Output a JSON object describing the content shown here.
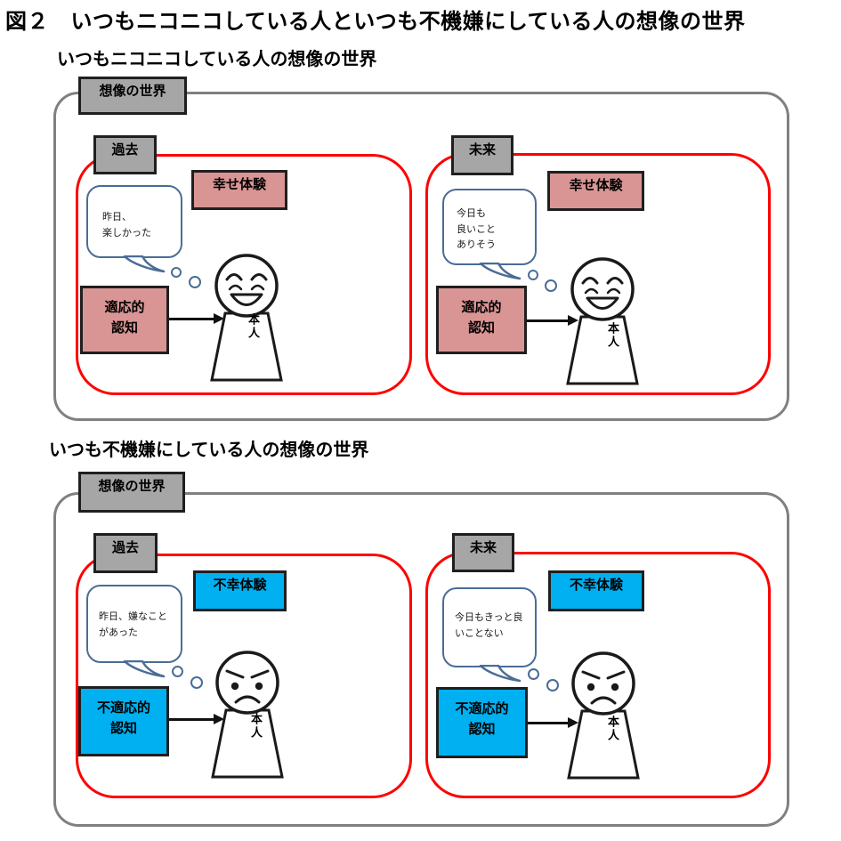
{
  "title": "図２　いつもニコニコしている人といつも不機嫌にしている人の想像の世界",
  "colors": {
    "happy_fill": "#d99594",
    "unhappy_fill": "#00b0f0",
    "gray_label_fill": "#a6a6a6",
    "red_frame": "#ff0000",
    "outer_frame": "#808080",
    "bubble_border": "#4a6d96"
  },
  "sections": [
    {
      "subtitle": "いつもニコニコしている人の想像の世界",
      "world_label": "想像の世界",
      "frames": [
        {
          "time_label": "過去",
          "experience_label": "幸せ体験",
          "bubble_text": "昨日、\n楽しかった",
          "cognition_label": "適応的\n認知",
          "person_label": "本人",
          "mood": "happy"
        },
        {
          "time_label": "未来",
          "experience_label": "幸せ体験",
          "bubble_text": "今日も\n良いこと\nありそう",
          "cognition_label": "適応的\n認知",
          "person_label": "本人",
          "mood": "happy"
        }
      ]
    },
    {
      "subtitle": "いつも不機嫌にしている人の想像の世界",
      "world_label": "想像の世界",
      "frames": [
        {
          "time_label": "過去",
          "experience_label": "不幸体験",
          "bubble_text": "昨日、嫌なこと\nがあった",
          "cognition_label": "不適応的\n認知",
          "person_label": "本人",
          "mood": "angry"
        },
        {
          "time_label": "未来",
          "experience_label": "不幸体験",
          "bubble_text": "今日もきっと良\nいことない",
          "cognition_label": "不適応的\n認知",
          "person_label": "本人",
          "mood": "angry"
        }
      ]
    }
  ]
}
